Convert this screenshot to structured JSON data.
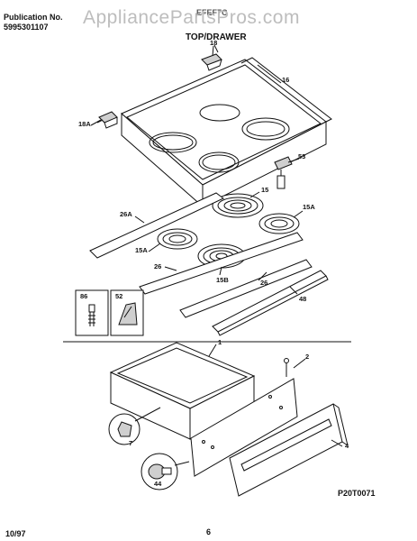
{
  "header": {
    "pub_label": "Publication No.",
    "pub_number": "5995301107",
    "model": "EFEF7C",
    "section_title": "TOP/DRAWER",
    "watermark": "AppliancePartsPros.com"
  },
  "callouts": {
    "c18_top": "18",
    "c16": "16",
    "c18A": "18A",
    "c53": "53",
    "c15_top": "15",
    "c15A_right": "15A",
    "c26A": "26A",
    "c15A_left": "15A",
    "c26_left": "26",
    "c15B": "15B",
    "c26_right": "26",
    "c48": "48",
    "c86": "86",
    "c52": "52",
    "c1": "1",
    "c2": "2",
    "c4": "4",
    "c7": "7",
    "c44": "44"
  },
  "footer": {
    "date": "10/97",
    "page": "6",
    "figure_code": "P20T0071"
  }
}
